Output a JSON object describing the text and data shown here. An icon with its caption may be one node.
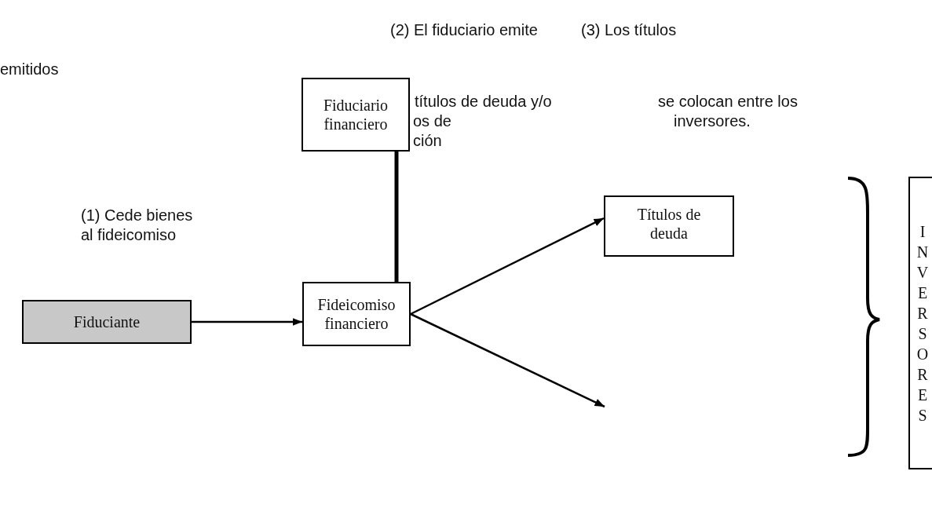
{
  "diagram": {
    "nodes": [
      {
        "text": [
          "Fiduciario financiero"
        ]
      },
      {
        "text": [
          "Fiduciante"
        ]
      },
      {
        "text": [
          "Fideicomiso financiero"
        ]
      },
      {
        "text": [
          "Títulos de deuda"
        ]
      },
      {
        "text": [
          "INVERSORES"
        ]
      }
    ],
    "edges": [
      {
        "from": 0,
        "to": 2,
        "arrow": "none",
        "style": "thick"
      },
      {
        "from": 1,
        "to": 2,
        "arrow": "to"
      },
      {
        "from": 2,
        "to": 3,
        "arrow": "to"
      },
      {
        "from": 2,
        "to": null,
        "arrow": "to"
      }
    ],
    "labels": [
      "(2) El fiduciario emite",
      "(3) Los títulos",
      "emitidos",
      "títulos de deuda y/o",
      "se colocan entre los",
      "os de",
      "inversores.",
      "ción",
      "(1) Cede bienes al fideicomiso"
    ]
  }
}
